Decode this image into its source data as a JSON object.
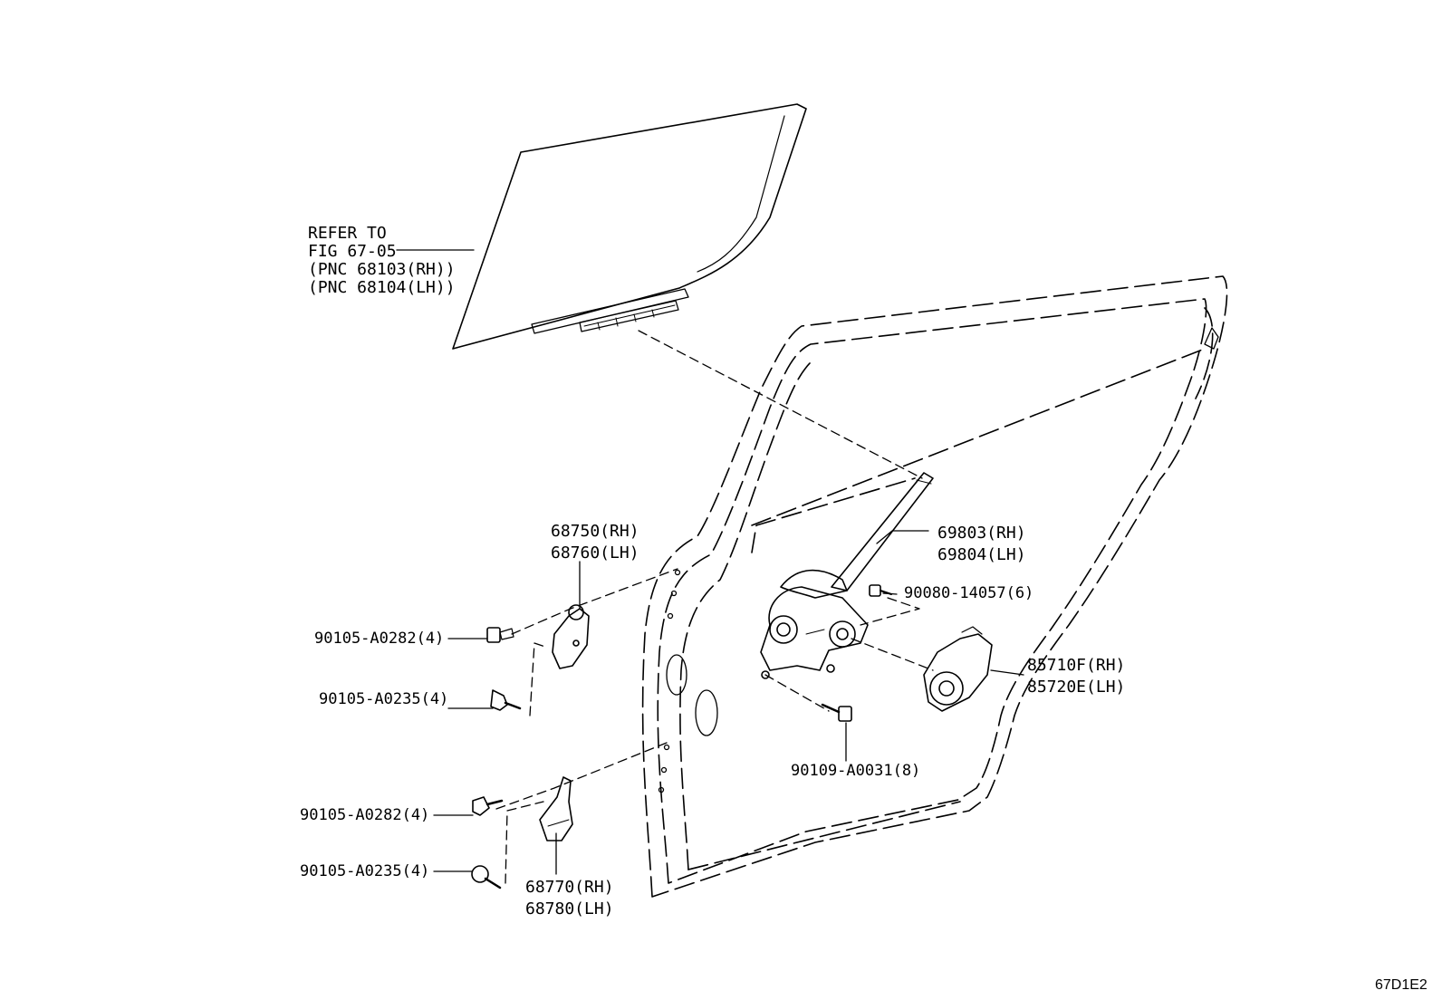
{
  "diagram": {
    "labels": {
      "glass_refer_1": "REFER TO",
      "glass_refer_2": "FIG 67-05",
      "glass_refer_3": "(PNC 68103(RH))",
      "glass_refer_4": "(PNC 68104(LH))",
      "upper_hinge_rh": "68750(RH)",
      "upper_hinge_lh": "68760(LH)",
      "lower_hinge_rh": "68770(RH)",
      "lower_hinge_lh": "68780(LH)",
      "regulator_rh": "69803(RH)",
      "regulator_lh": "69804(LH)",
      "motor_rh": "85710F(RH)",
      "motor_lh": "85720E(LH)",
      "bolt_upper_hinge_1": "90105-A0282(4)",
      "bolt_upper_hinge_2": "90105-A0235(4)",
      "bolt_lower_hinge_1": "90105-A0282(4)",
      "bolt_lower_hinge_2": "90105-A0235(4)",
      "bolt_motor": "90080-14057(6)",
      "bolt_regulator": "90109-A0031(8)"
    },
    "figure_code": "67D1E2"
  }
}
